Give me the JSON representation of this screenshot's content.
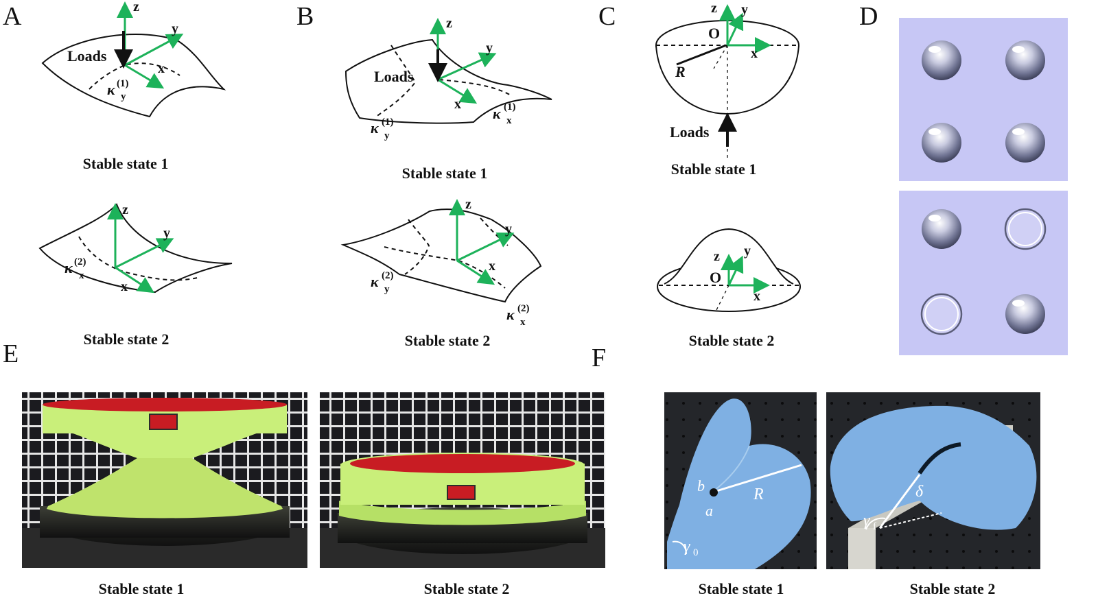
{
  "panels": {
    "A": {
      "letter": "A",
      "top_caption": "Stable state 1",
      "bottom_caption": "Stable state 2",
      "loads": "Loads",
      "kappa_top": "κ",
      "kappa_top_sup": "(1)",
      "kappa_top_sub": "y",
      "kappa_bot": "κ",
      "kappa_bot_sup": "(2)",
      "kappa_bot_sub": "x"
    },
    "B": {
      "letter": "B",
      "top_caption": "Stable state 1",
      "bottom_caption": "Stable state 2",
      "loads": "Loads",
      "k1": "κ",
      "k1_sup": "(1)",
      "k1_sub": "y",
      "k2": "κ",
      "k2_sup": "(1)",
      "k2_sub": "x",
      "k3": "κ",
      "k3_sup": "(2)",
      "k3_sub": "y",
      "k4": "κ",
      "k4_sup": "(2)",
      "k4_sub": "x"
    },
    "C": {
      "letter": "C",
      "top_caption": "Stable state 1",
      "bottom_caption": "Stable state 2",
      "loads": "Loads",
      "origin": "O",
      "radius": "R"
    },
    "D": {
      "letter": "D"
    },
    "E": {
      "letter": "E",
      "left_caption": "Stable state 1",
      "right_caption": "Stable state 2"
    },
    "F": {
      "letter": "F",
      "left_caption": "Stable state 1",
      "right_caption": "Stable state 2",
      "labels_left": {
        "a": "a",
        "b": "b",
        "R": "R",
        "gamma": "γ",
        "gamma_sub": "0"
      },
      "labels_right": {
        "gamma": "γ",
        "gamma_sub": "f",
        "delta": "δ"
      }
    }
  },
  "axes": {
    "x": "x",
    "y": "y",
    "z": "z"
  },
  "colors": {
    "axis_green": "#1db25a",
    "panelD_bg": "#c7c7f5",
    "sheet_blue": "#7fb0e3",
    "foam_green": "#c9ef7a",
    "foam_red": "#c81c23"
  }
}
